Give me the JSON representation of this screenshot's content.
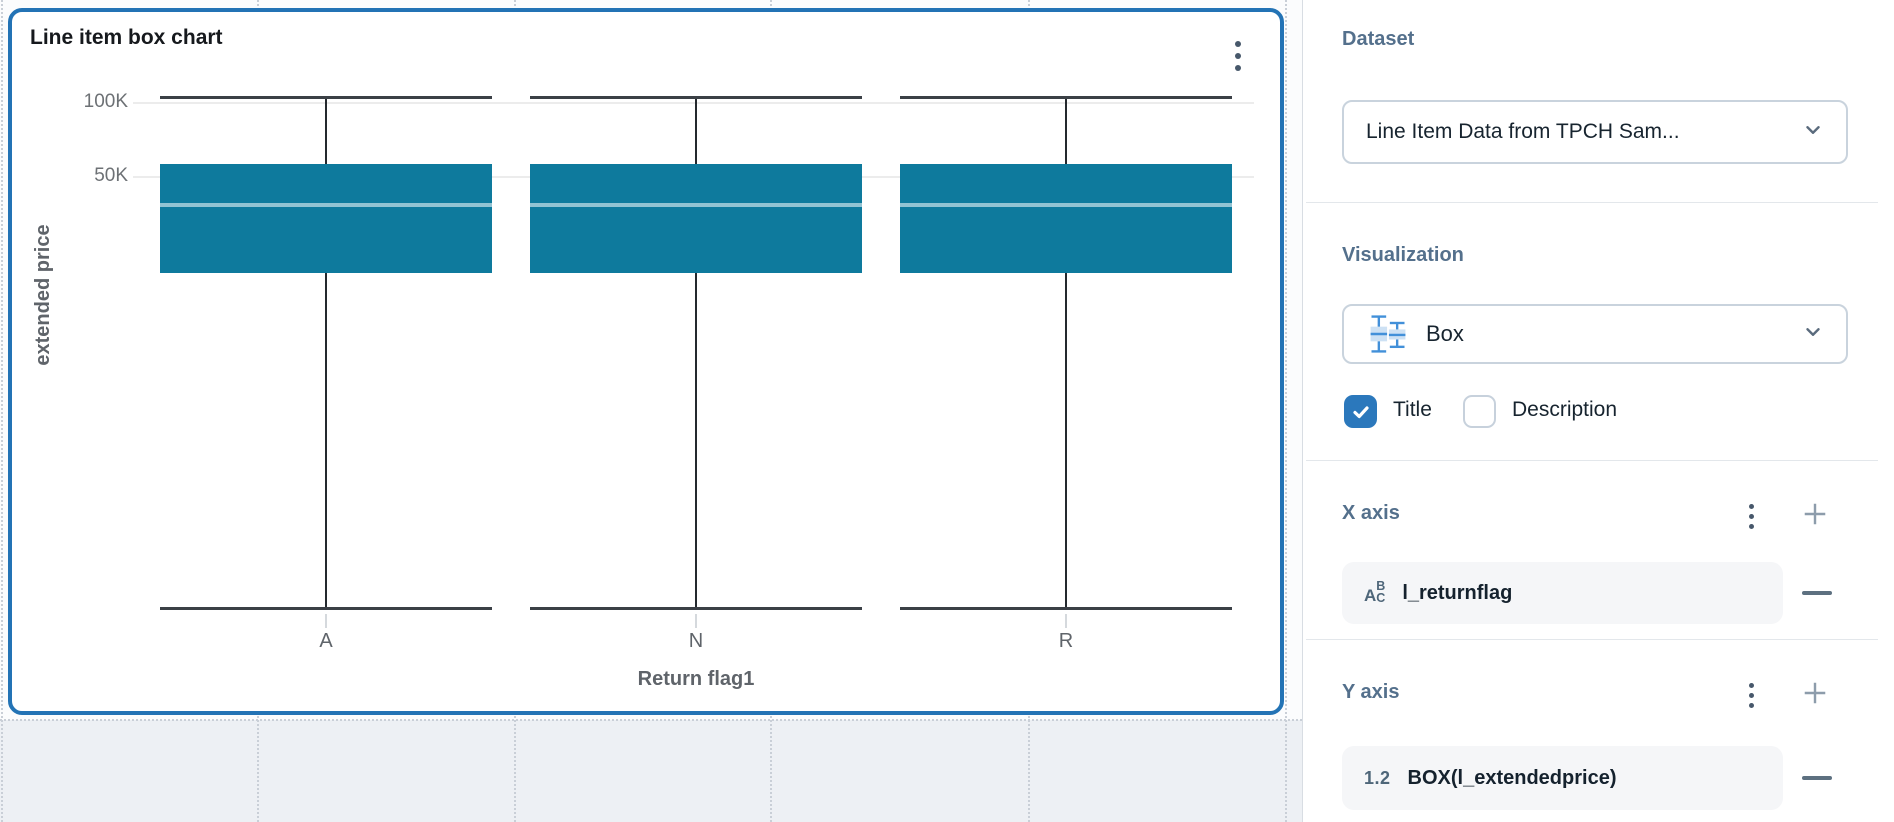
{
  "chart_card": {
    "title": "Line item box chart"
  },
  "chart_data": {
    "type": "box",
    "title": "Line item box chart",
    "xlabel": "Return flag1",
    "ylabel": "extended price",
    "y_scale": "log",
    "y_axis_ticks": [
      {
        "label": "100K",
        "value": 100000
      },
      {
        "label": "50K",
        "value": 50000
      }
    ],
    "categories": [
      "A",
      "N",
      "R"
    ],
    "series": [
      {
        "category": "A",
        "min": 900,
        "q1": 20500,
        "median": 38500,
        "q3": 56500,
        "max": 105000
      },
      {
        "category": "N",
        "min": 900,
        "q1": 20500,
        "median": 38500,
        "q3": 56500,
        "max": 105000
      },
      {
        "category": "R",
        "min": 900,
        "q1": 20500,
        "median": 38500,
        "q3": 56500,
        "max": 105000
      }
    ],
    "box_color": "#0E7A9D",
    "grid": "horizontal-gridlines",
    "legend": "none"
  },
  "panel": {
    "dataset": {
      "heading": "Dataset",
      "selected_value": "Line Item Data from TPCH Sam..."
    },
    "visualization": {
      "heading": "Visualization",
      "selected_value": "Box",
      "icon": "box-plot-icon"
    },
    "options": {
      "title_label": "Title",
      "title_checked": true,
      "description_label": "Description",
      "description_checked": false
    },
    "x_axis": {
      "heading": "X axis",
      "fields": [
        {
          "type": "text",
          "icon": "text-type-icon",
          "icon_letters": {
            "a": "A",
            "b": "B",
            "c": "C"
          },
          "name": "l_returnflag"
        }
      ]
    },
    "y_axis": {
      "heading": "Y axis",
      "fields": [
        {
          "type": "number",
          "icon": "numeric-type-icon",
          "icon_text": "1.2",
          "name": "BOX(l_extendedprice)"
        }
      ]
    }
  },
  "colors": {
    "selection_border": "#2373B5",
    "box_fill": "#0E7A9D",
    "checkbox_checked": "#2B78BC",
    "section_heading": "#54708C",
    "canvas_bottom": "#EDF0F4"
  }
}
